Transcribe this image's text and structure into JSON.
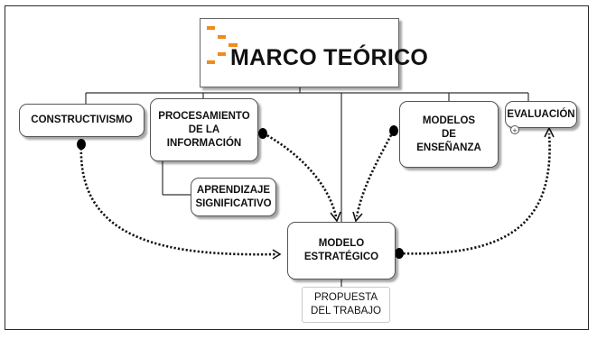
{
  "title": "MARCO TEÓRICO",
  "nodes": {
    "constructivismo": "CONSTRUCTIVISMO",
    "procesamiento": "PROCESAMIENTO\nDE LA\nINFORMACIÓN",
    "aprendizaje": "APRENDIZAJE\nSIGNIFICATIVO",
    "modelos": "MODELOS\nDE\nENSEÑANZA",
    "evaluacion": "EVALUACIÓN",
    "modelo_estrategico": "MODELO\nESTRATÉGICO",
    "propuesta": "PROPUESTA\nDEL TRABAJO"
  },
  "expand_icon": "+",
  "colors": {
    "accent": "#f08a1c",
    "connector": "#111111"
  }
}
